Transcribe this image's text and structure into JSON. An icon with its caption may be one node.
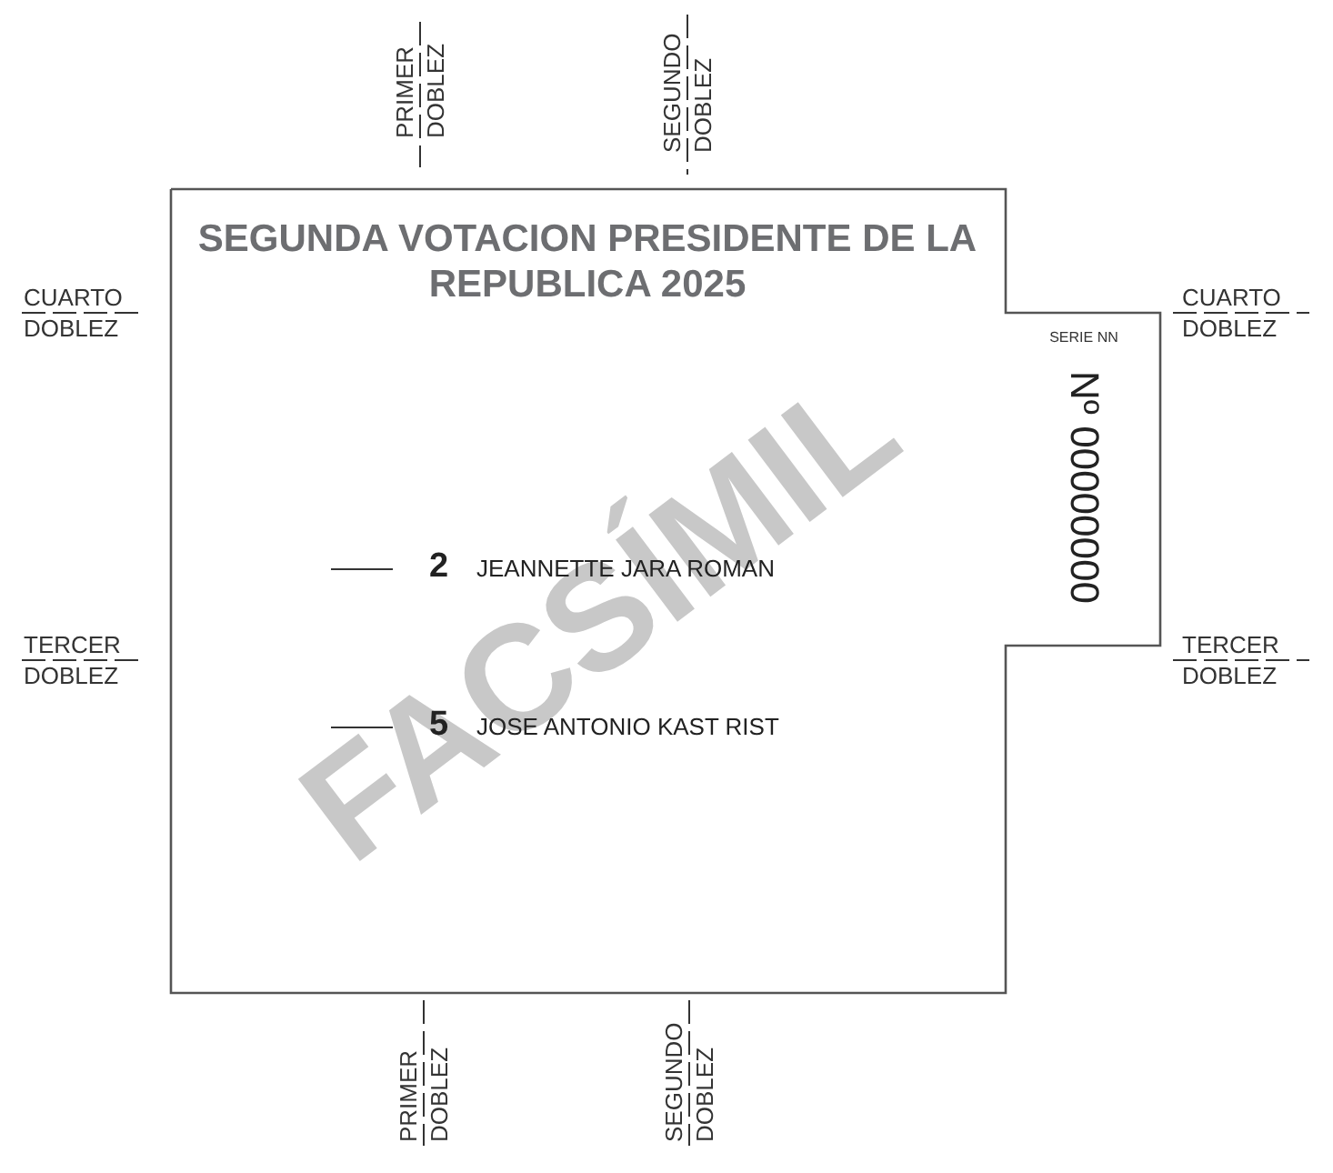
{
  "diagram": {
    "nodes": [
      {
        "text": [
          "SEGUNDA VOTACION PRESIDENTE DE LA REPUBLICA 2025"
        ]
      }
    ],
    "labels": [
      "PRIMER DOBLEZ",
      "SEGUNDO DOBLEZ",
      "CUARTO DOBLEZ",
      "CUARTO DOBLEZ",
      "SERIE NN",
      "Nº 00000000",
      "FACSÍMIL",
      "2",
      "JEANNETTE JARA ROMAN",
      "TERCER DOBLEZ",
      "TERCER DOBLEZ",
      "5",
      "JOSE ANTONIO KAST RIST",
      "PRIMER DOBLEZ",
      "SEGUNDO DOBLEZ"
    ]
  }
}
